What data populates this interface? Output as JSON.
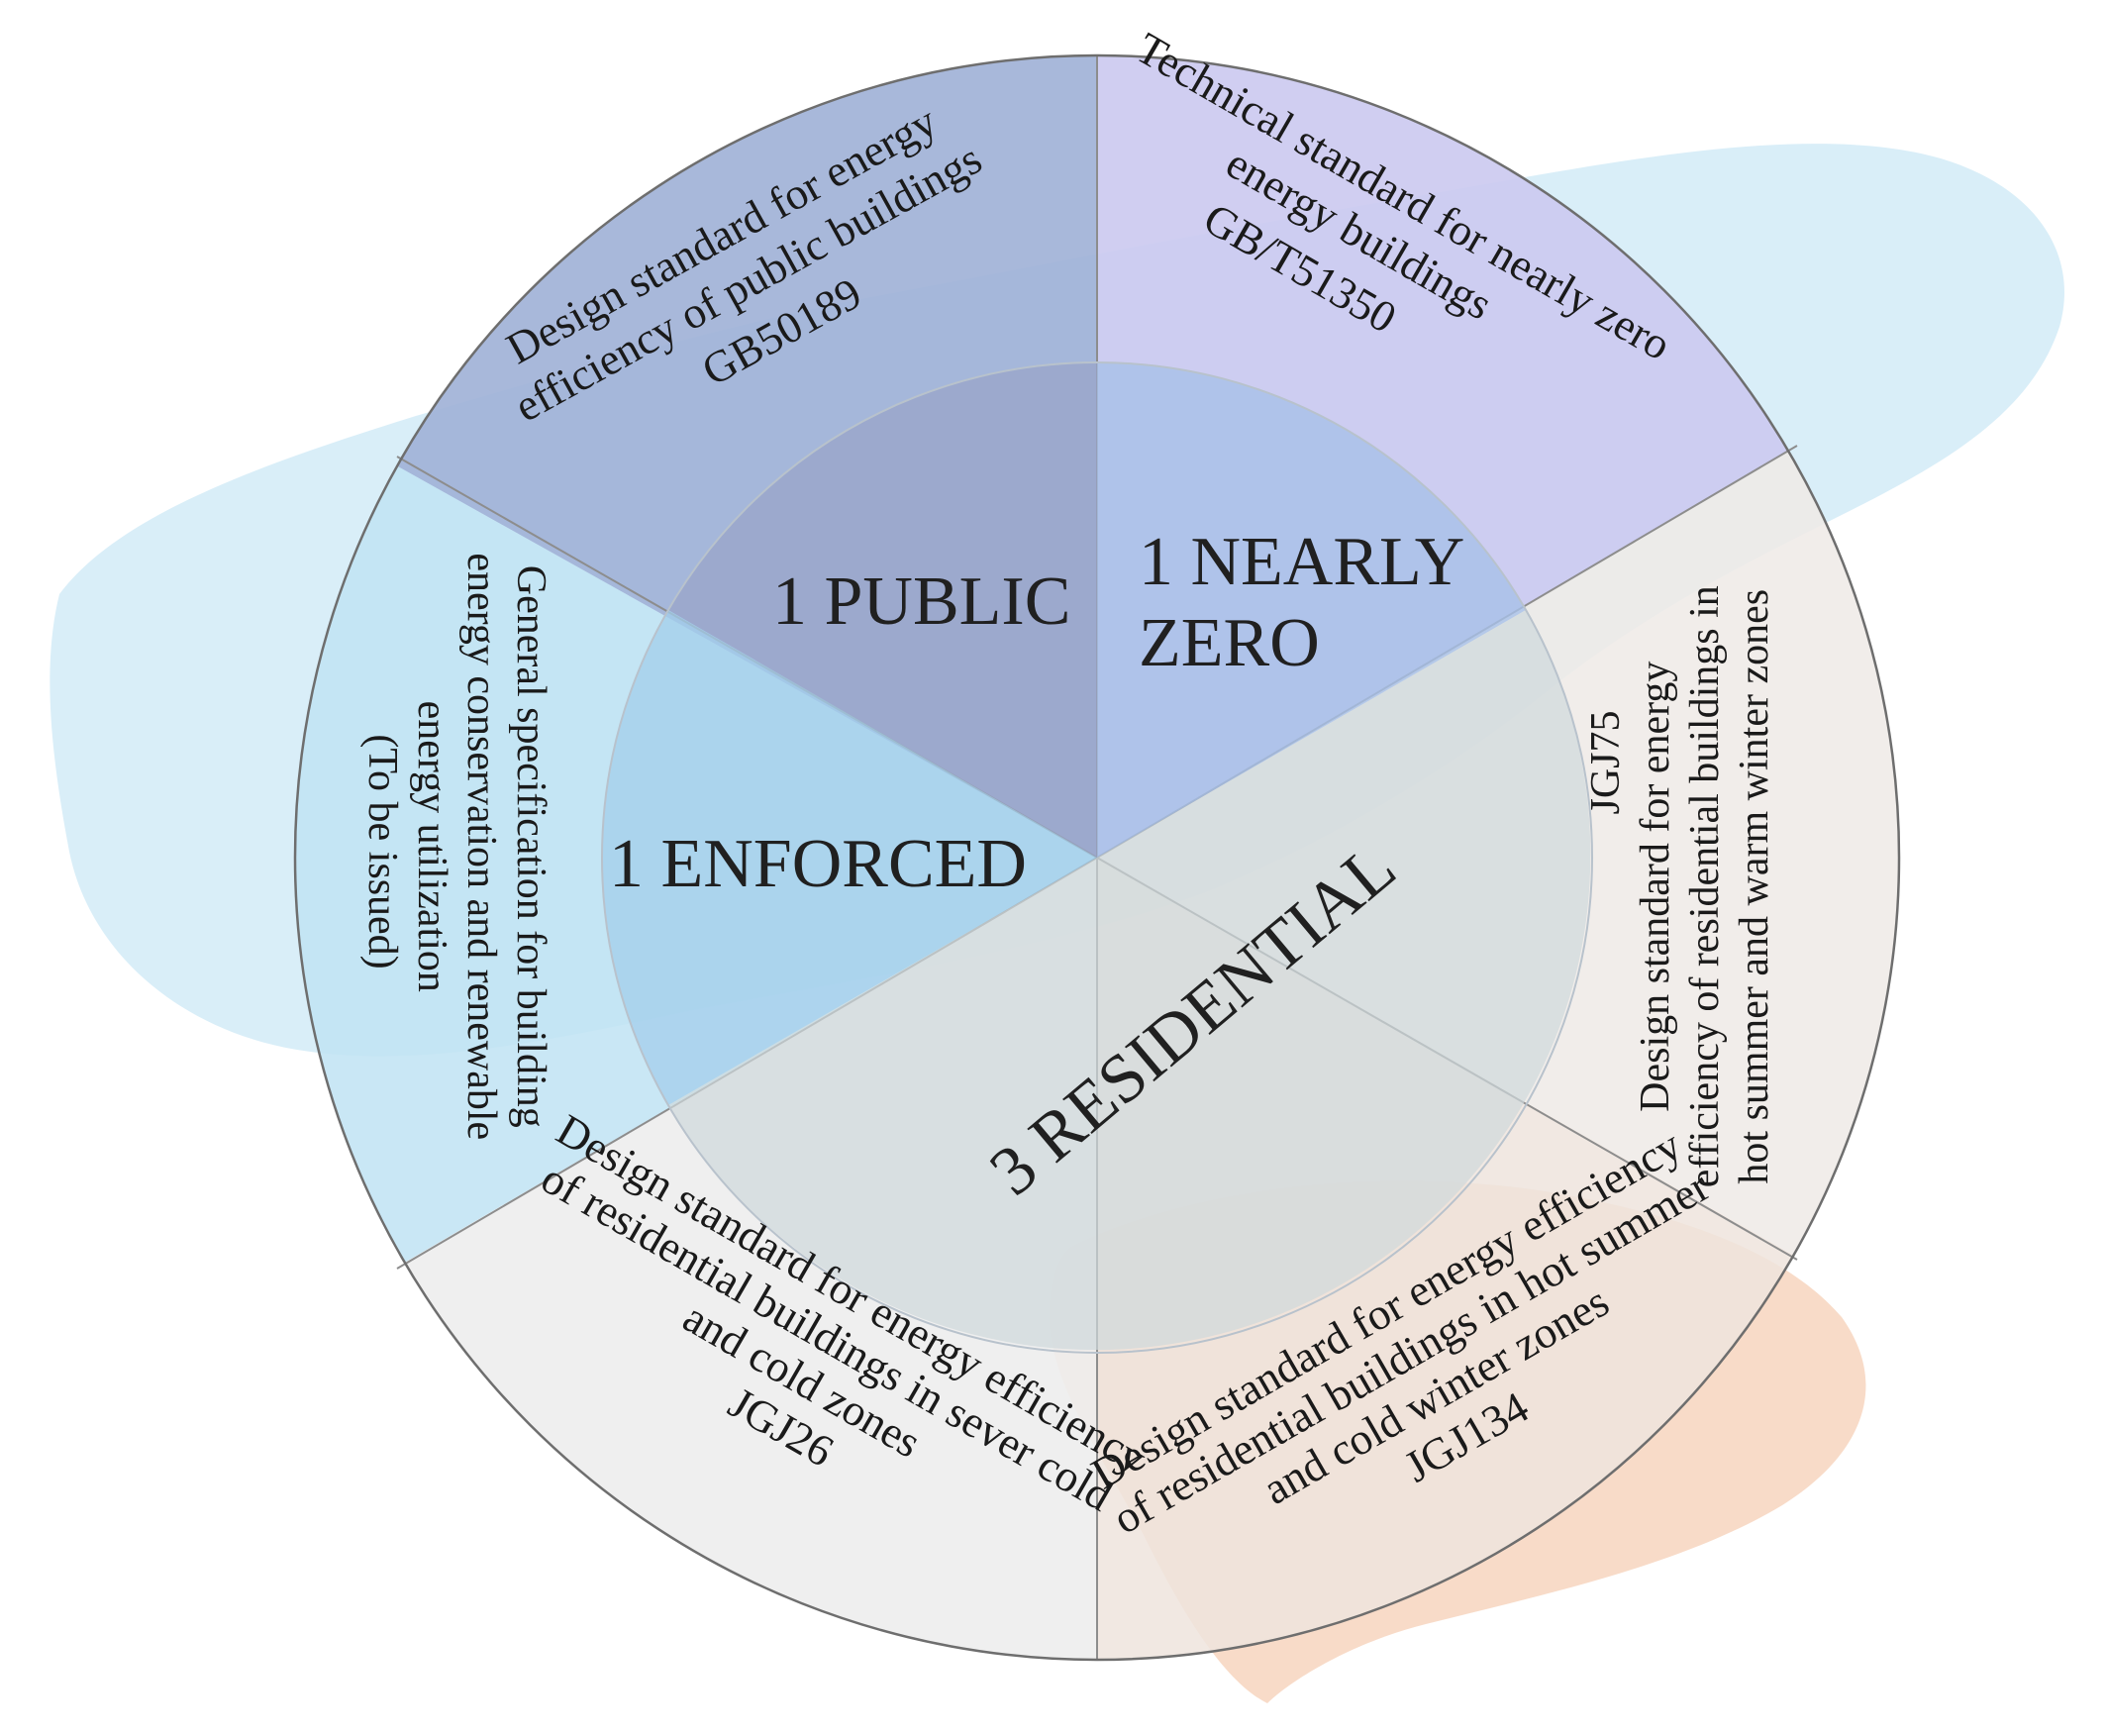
{
  "colors": {
    "public": "#9fb0d6",
    "nearly_zero": "#cbc9ef",
    "nearly_zero_edge": "#a9c4ef",
    "enforced": "#bfe3f3",
    "residential_hot_summer_warm_winter": "#eeeae6",
    "residential_hot_summer_cold_winter": "#efe4dd",
    "residential_severe_cold": "#ededed",
    "inner_public": "#9aa4c8",
    "inner_nearly_zero": "#a8c0e8",
    "inner_enforced": "#a3cdeb",
    "inner_residential": "#cfd8dc",
    "map_blue": "#cde9f6",
    "map_orange": "#f5c9ad"
  },
  "segments": {
    "public": {
      "lines": [
        "Design standard for energy",
        "efficiency of public buildings",
        "GB50189"
      ]
    },
    "nearly_zero": {
      "lines": [
        "Technical standard for nearly zero",
        "energy buildings",
        "GB/T51350"
      ]
    },
    "enforced": {
      "lines": [
        "General specification for building",
        "energy conservation and renewable",
        "energy utilization",
        "(To be issued)"
      ]
    },
    "hot_summer_warm_winter": {
      "lines": [
        "Design standard for energy",
        "efficiency of residential buildings in",
        "hot summer and warm winter zones",
        "JGJ75"
      ]
    },
    "hot_summer_cold_winter": {
      "lines": [
        "Design standard for energy efficiency",
        "of residential buildings in hot summer",
        "and cold winter zones",
        "JGJ134"
      ]
    },
    "severe_cold": {
      "lines": [
        "Design standard for energy efficiency",
        "of residential buildings in sever cold",
        "and cold zones",
        "JGJ26"
      ]
    }
  },
  "categories": {
    "public": "1 PUBLIC",
    "nearly_zero_line1": "1 NEARLY",
    "nearly_zero_line2": "ZERO",
    "enforced": "1 ENFORCED",
    "residential": "3 RESIDENTIAL"
  }
}
